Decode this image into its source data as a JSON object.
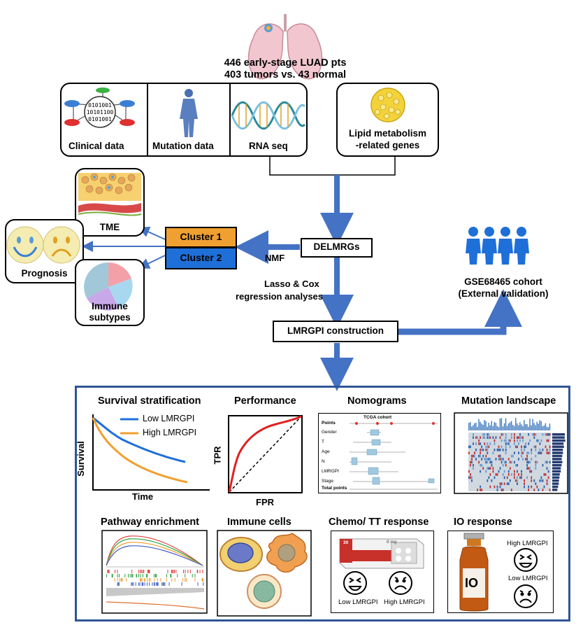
{
  "top": {
    "line1": "446 early-stage LUAD pts",
    "line2": "403 tumors vs. 43 normal"
  },
  "data_sources": {
    "clinical": "Clinical data",
    "mutation": "Mutation data",
    "rnaseq": "RNA seq",
    "lipid_l1": "Lipid metabolism",
    "lipid_l2": "-related genes",
    "db_bits": [
      "0101001",
      "10101100",
      "0101001"
    ]
  },
  "middle": {
    "delmrgs": "DELMRGs",
    "nmf": "NMF",
    "cluster1": "Cluster 1",
    "cluster2": "Cluster 2",
    "tme": "TME",
    "prognosis": "Prognosis",
    "immune_l1": "Immune",
    "immune_l2": "subtypes",
    "lasso_l1": "Lasso & Cox",
    "lasso_l2": "regression analyses",
    "lmrgpi": "LMRGPI construction",
    "gse_l1": "GSE68465 cohort",
    "gse_l2": "(External validation)"
  },
  "panels": {
    "survival_title": "Survival stratification",
    "survival_low": "Low LMRGPI",
    "survival_high": "High LMRGPI",
    "survival_y": "Survival",
    "survival_x": "Time",
    "performance_title": "Performance",
    "tpr": "TPR",
    "fpr": "FPR",
    "nomograms_title": "Nomograms",
    "nomo_cohort": "TCGA cohort",
    "nomo_rows": [
      "Points",
      "Gender",
      "T",
      "Age",
      "N",
      "LMRGPI",
      "Stage",
      "Total points"
    ],
    "mutation_title": "Mutation landscape",
    "pathway_title": "Pathway enrichment",
    "immune_title": "Immune cells",
    "chemo_title": "Chemo/ TT response",
    "drug_num": "30",
    "drug_mg": "8 mg",
    "chemo_low": "Low LMRGPI",
    "chemo_high": "High LMRGPI",
    "io_title": "IO response",
    "io_high": "High LMRGPI",
    "io_low": "Low LMRGPI",
    "io_label": "IO"
  },
  "colors": {
    "arrow": "#4472c4",
    "cluster1": "#f0a030",
    "cluster2": "#1f6fd8",
    "low_line": "#1f6fd8",
    "high_line": "#f0a030",
    "frame": "#2f5597"
  }
}
